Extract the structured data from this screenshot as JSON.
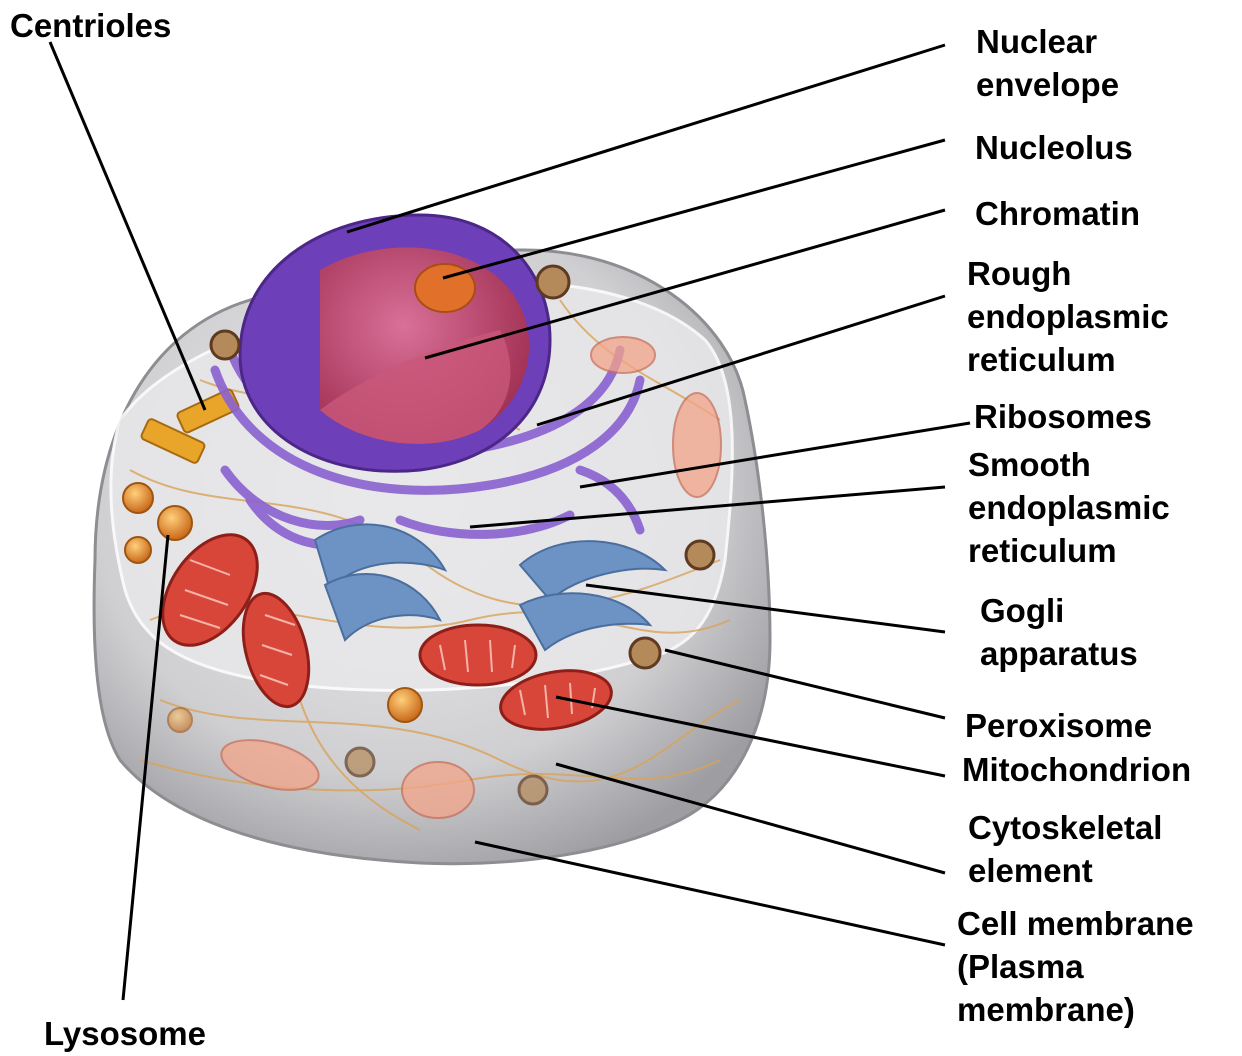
{
  "labels": {
    "centrioles": "Centrioles",
    "lysosome": "Lysosome",
    "nuclear_envelope": [
      "Nuclear",
      "envelope"
    ],
    "nucleolus": "Nucleolus",
    "chromatin": "Chromatin",
    "rough_er": [
      "Rough",
      "endoplasmic",
      "reticulum"
    ],
    "ribosomes": "Ribosomes",
    "smooth_er": [
      "Smooth",
      "endoplasmic",
      "reticulum"
    ],
    "golgi": [
      "Gogli",
      "apparatus"
    ],
    "peroxisome": "Peroxisome",
    "mitochondrion": "Mitochondrion",
    "cytoskeletal": [
      "Cytoskeletal",
      "element"
    ],
    "cell_membrane": [
      "Cell membrane",
      "(Plasma",
      "membrane)"
    ]
  },
  "colors": {
    "cytoplasm": "#d4d4d6",
    "nuclear_envelope": "#6d3fb8",
    "nucleoplasm": "#b83b5c",
    "nucleolus": "#e0702a",
    "rough_er": "#8a62d0",
    "golgi": "#6d93c4",
    "mitochondrion": "#d8463a",
    "lysosome": "#e8902a",
    "peroxisome": "#8a5a3a",
    "centriole": "#e8a52a",
    "cytoskeleton": "#d9a35a"
  }
}
